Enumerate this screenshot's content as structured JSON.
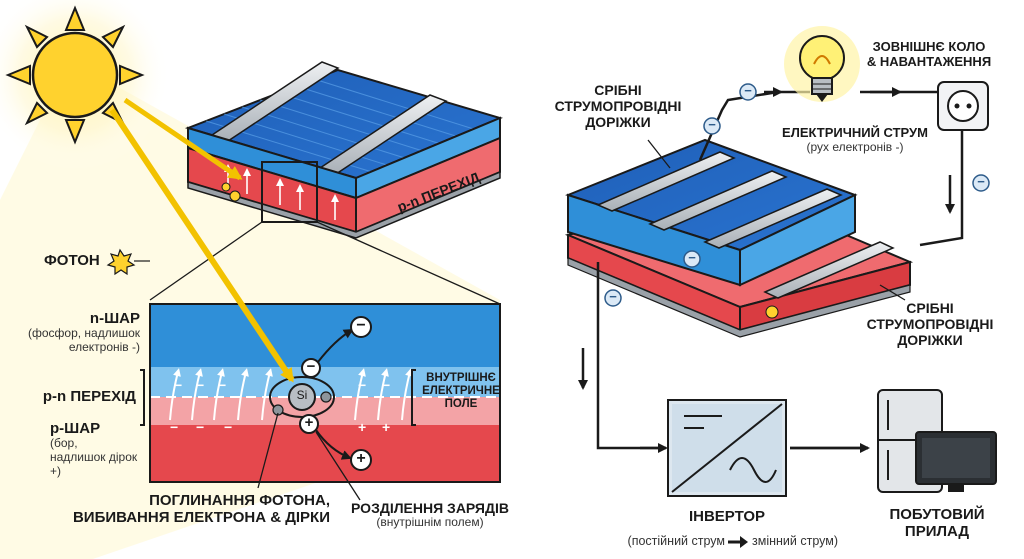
{
  "left": {
    "photon_label": "ФОТОН",
    "pn_junction_on_cell": "p-n ПЕРЕХІД",
    "n_layer": {
      "title": "n-ШАР",
      "line1": "(фосфор, надлишок",
      "line2": "електронів -)"
    },
    "pn_junction": "p-n ПЕРЕХІД",
    "p_layer": {
      "title": "p-ШАР",
      "line1": "(бор,",
      "line2": "надлишок дірок",
      "line3": "+)"
    },
    "silicon_symbol": "Si",
    "field_label": {
      "line1": "ВНУТРІШНЄ",
      "line2": "ЕЛЕКТРИЧНЕ",
      "line3": "ПОЛЕ"
    },
    "absorption": {
      "line1": "ПОГЛИНАННЯ ФОТОНА,",
      "line2": "ВИБИВАННЯ ЕЛЕКТРОНА & ДІРКИ"
    },
    "separation": {
      "title": "РОЗДІЛЕННЯ ЗАРЯДІВ",
      "subtitle": "(внутрішнім полем)"
    }
  },
  "right": {
    "top_tracks": {
      "line1": "СРІБНІ",
      "line2": "СТРУМОПРОВІДНІ",
      "line3": "ДОРІЖКИ"
    },
    "external_circuit": {
      "line1": "ЗОВНІШНЄ КОЛО",
      "line2": "& НАВАНТАЖЕННЯ"
    },
    "current": {
      "title": "ЕЛЕКТРИЧНИЙ СТРУМ",
      "subtitle": "(рух електронів -)"
    },
    "bottom_tracks": {
      "line1": "СРІБНІ",
      "line2": "СТРУМОПРОВІДНІ",
      "line3": "ДОРІЖКИ"
    },
    "inverter": {
      "title": "ІНВЕРТОР",
      "sub_a": "(постійний струм",
      "sub_b": "змінний струм)"
    },
    "appliance": {
      "line1": "ПОБУТОВИЙ",
      "line2": "ПРИЛАД"
    }
  },
  "symbols": {
    "minus": "−",
    "plus": "+"
  },
  "colors": {
    "n_blue": "#2f8fd8",
    "p_red": "#e5484d",
    "junction_light": "#bfe3f7",
    "silver": "#c9ced3",
    "sun": "#ffd22e",
    "arrow": "#f2c200",
    "wire": "#1a1a1a"
  }
}
